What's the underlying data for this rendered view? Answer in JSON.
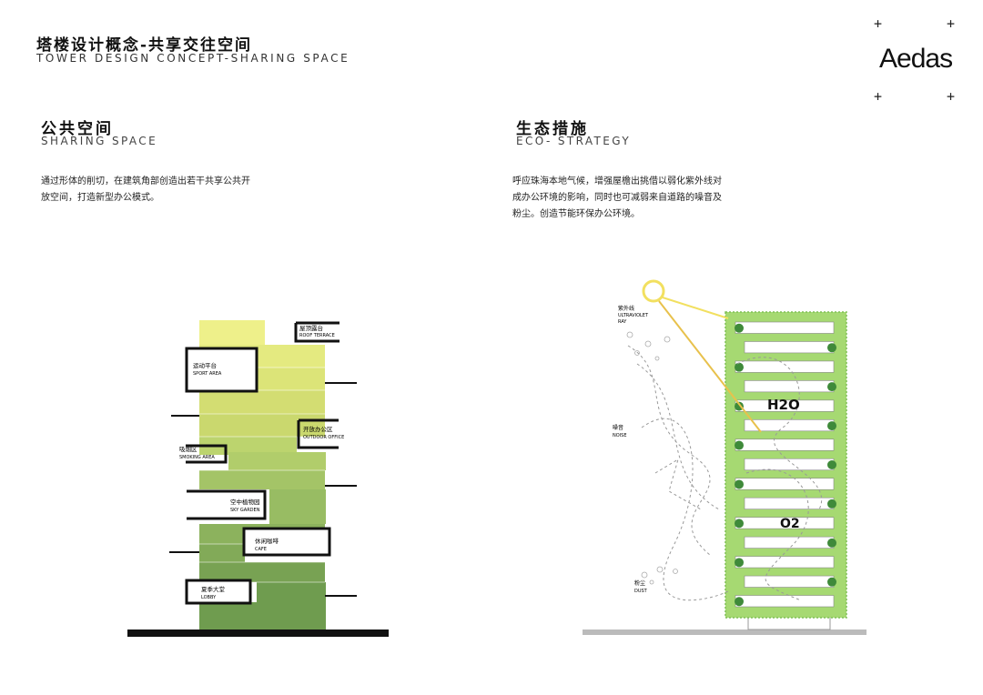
{
  "header": {
    "title_cn": "塔楼设计概念-共享交往空间",
    "title_en": "TOWER DESIGN CONCEPT-SHARING SPACE",
    "logo": "Aedas",
    "plus_marks": [
      "+",
      "+",
      "+",
      "+"
    ]
  },
  "left": {
    "heading_cn": "公共空间",
    "heading_en": "SHARING SPACE",
    "body": [
      "通过形体的削切，在建筑角部创造出若干共享公共开",
      "放空间，打造新型办公模式。"
    ],
    "labels": [
      {
        "cn": "屋顶露台",
        "en": "ROOF TERRACE"
      },
      {
        "cn": "运动平台",
        "en": "SPORT AREA"
      },
      {
        "cn": "开放办公区",
        "en": "OUTDOOR OFFICE"
      },
      {
        "cn": "吸烟区",
        "en": "SMOKING AREA"
      },
      {
        "cn": "空中植物园",
        "en": "SKY GARDEN"
      },
      {
        "cn": "休闲咖啡",
        "en": "CAFE"
      },
      {
        "cn": "夏季大堂",
        "en": "LOBBY"
      }
    ]
  },
  "right": {
    "heading_cn": "生态措施",
    "heading_en": "ECO- STRATEGY",
    "body": [
      "呼应珠海本地气候，增强屋檐出挑借以弱化紫外线对",
      "成办公环境的影响，同时也可减弱来自道路的噪音及",
      "粉尘。创造节能环保办公环境。"
    ],
    "labels": [
      {
        "cn": "紫外线",
        "en1": "ULTRAVIOLET",
        "en2": "RAY"
      },
      {
        "cn": "噪音",
        "en1": "NOISE"
      },
      {
        "cn": "粉尘",
        "en1": "DUST"
      }
    ],
    "h2o": "H2O",
    "o2": "O2"
  },
  "colors": {
    "tower_top": "#eef08a",
    "tower_mid": "#b6cf72",
    "tower_bottom": "#6f9c4f",
    "eco_green": "#9fd36c",
    "eco_dark": "#3f8a3a",
    "sun": "#f2e060"
  }
}
